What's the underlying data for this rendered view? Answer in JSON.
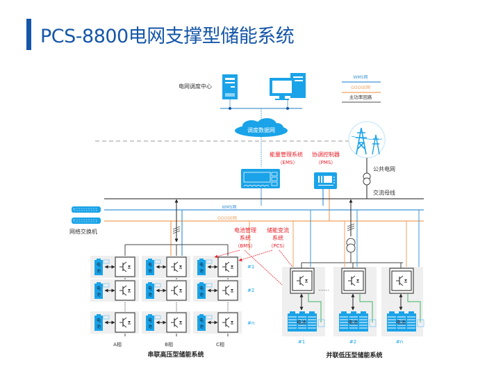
{
  "page": {
    "title": "PCS-8800电网支撑型储能系统"
  },
  "colors": {
    "brand": "#1556a8",
    "wms": "#3d94d6",
    "goose": "#f0a060",
    "power": "#444444",
    "device": "#1aa3e8",
    "annotation": "#e8202a",
    "panel": "#efefef",
    "bms_link": "#3cb36a"
  },
  "legend": {
    "items": [
      {
        "label": "WMS网",
        "kind": "wms"
      },
      {
        "label": "GOOSE网",
        "kind": "goose"
      },
      {
        "label": "主功率回路",
        "kind": "power"
      }
    ]
  },
  "top": {
    "dispatch_center": "电网调度中心",
    "dispatch_network": "调度数据网",
    "ems_name": "能量管理系统",
    "ems_abbr": "（EMS）",
    "pms_name": "协调控制器",
    "pms_abbr": "（PMS）",
    "public_grid": "公共电网",
    "ac_bus": "交流母线"
  },
  "network": {
    "switch_label": "网络交换机",
    "wms_line_label": "WMS网",
    "goose_line_label": "GOOSE网"
  },
  "annotations": {
    "bms_lines": [
      "电池管理",
      "系统",
      "（BMS）"
    ],
    "pcs_lines": [
      "储能变流",
      "系统",
      "（PCS）"
    ]
  },
  "series_system": {
    "title": "串联高压型储能系统",
    "phases": [
      "A相",
      "B相",
      "C相"
    ],
    "rows": [
      "#1",
      "#2",
      "#n"
    ],
    "battery_label_top": "电",
    "battery_label_bottom": "池"
  },
  "parallel_system": {
    "title": "并联低压型储能系统",
    "units": [
      "#1",
      "#2",
      "#n"
    ],
    "battery_label": "电池",
    "ellipsis": "......"
  }
}
